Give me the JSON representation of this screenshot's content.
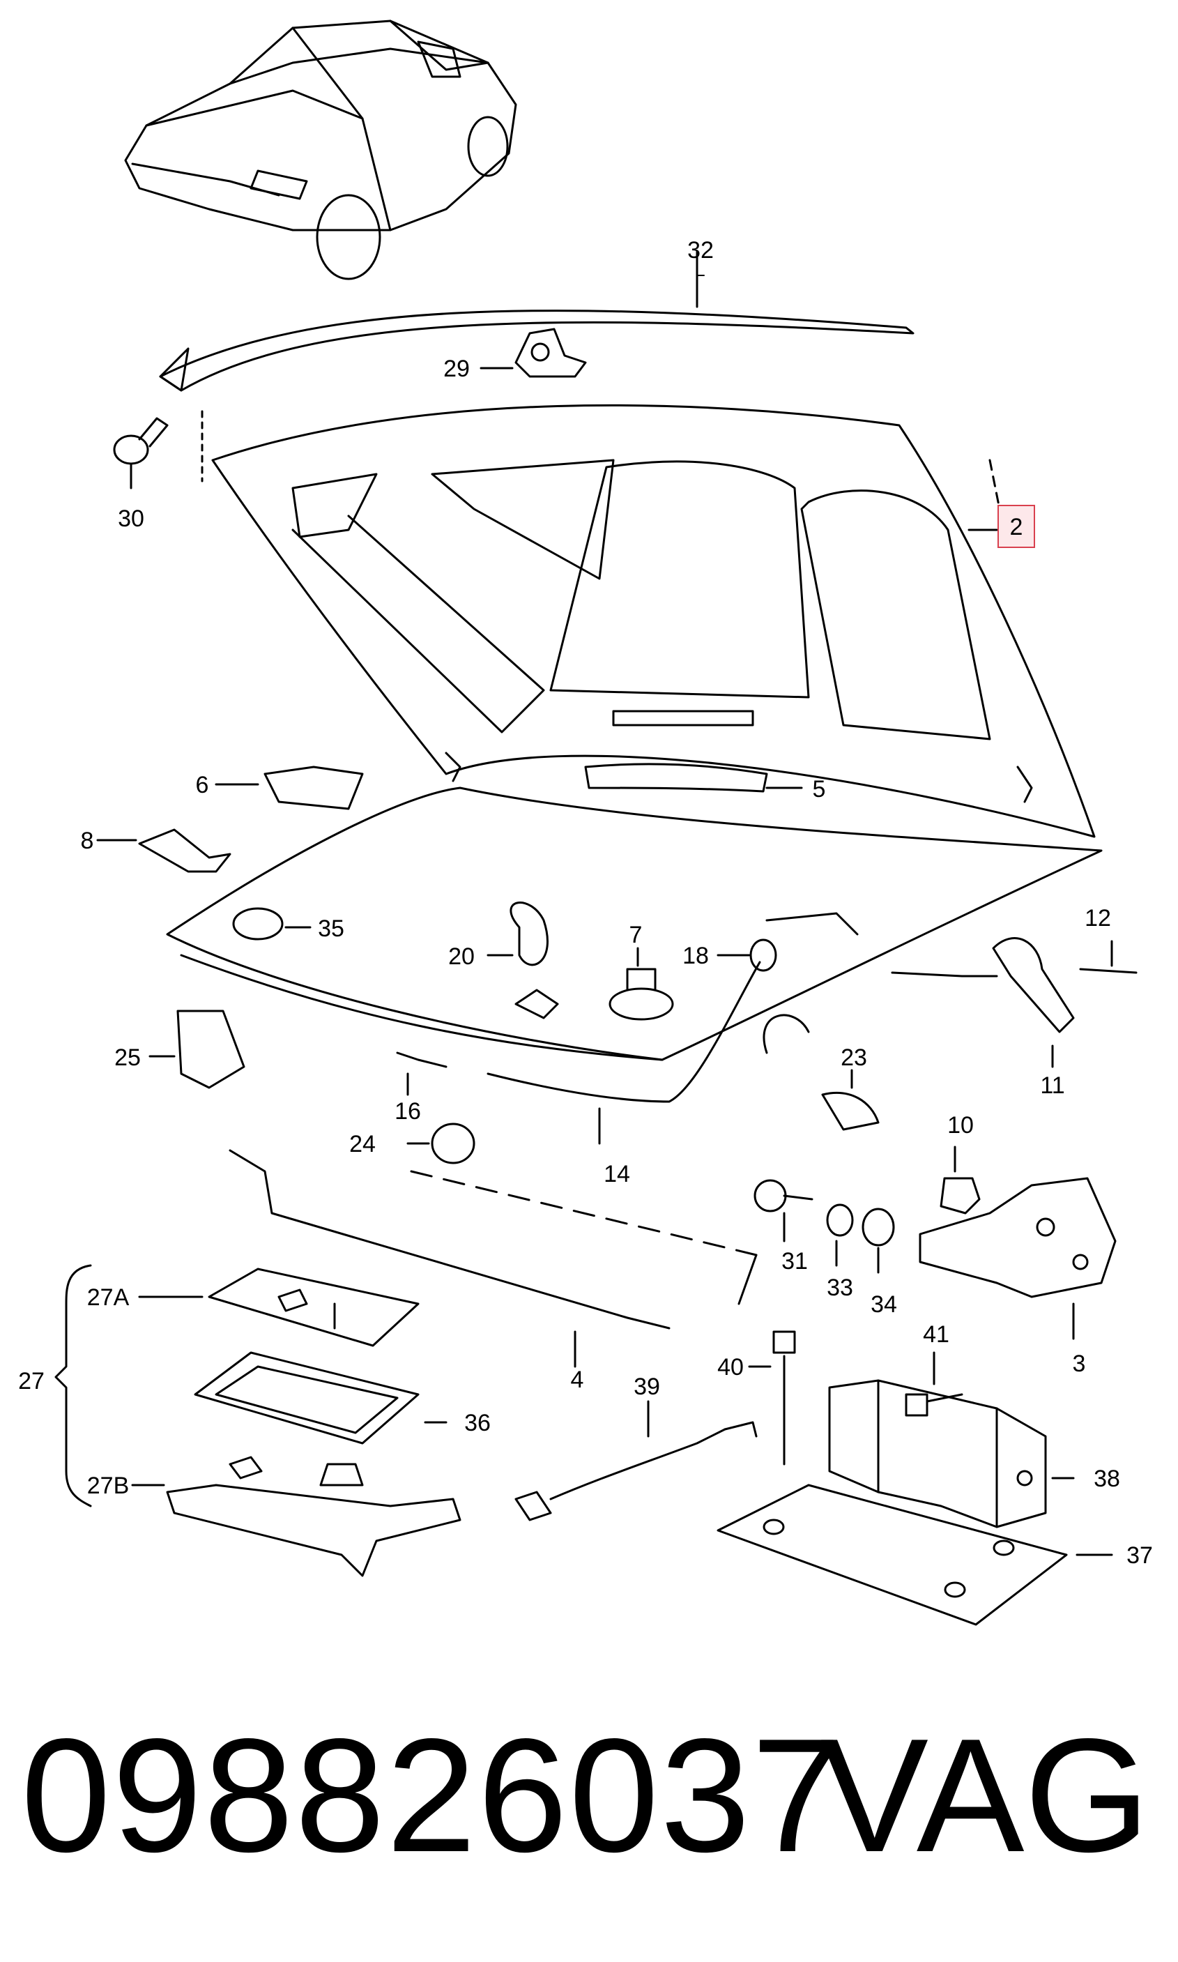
{
  "diagram": {
    "labels": {
      "l32": "32",
      "l29": "29",
      "l30": "30",
      "l2": "2",
      "l6": "6",
      "l5": "5",
      "l8": "8",
      "l35": "35",
      "l20": "20",
      "l7": "7",
      "l18": "18",
      "l12": "12",
      "l11": "11",
      "l25": "25",
      "l16": "16",
      "l23": "23",
      "l10": "10",
      "l24": "24",
      "l14": "14",
      "l31": "31",
      "l33": "33",
      "l34": "34",
      "l3": "3",
      "l27A": "27A",
      "l27": "27",
      "l4": "4",
      "l36": "36",
      "l27B": "27B",
      "l39": "39",
      "l40": "40",
      "l41": "41",
      "l38": "38",
      "l37": "37"
    },
    "highlighted_part": "2"
  },
  "footer": {
    "part_number": "098826037",
    "brand": "VAG"
  }
}
